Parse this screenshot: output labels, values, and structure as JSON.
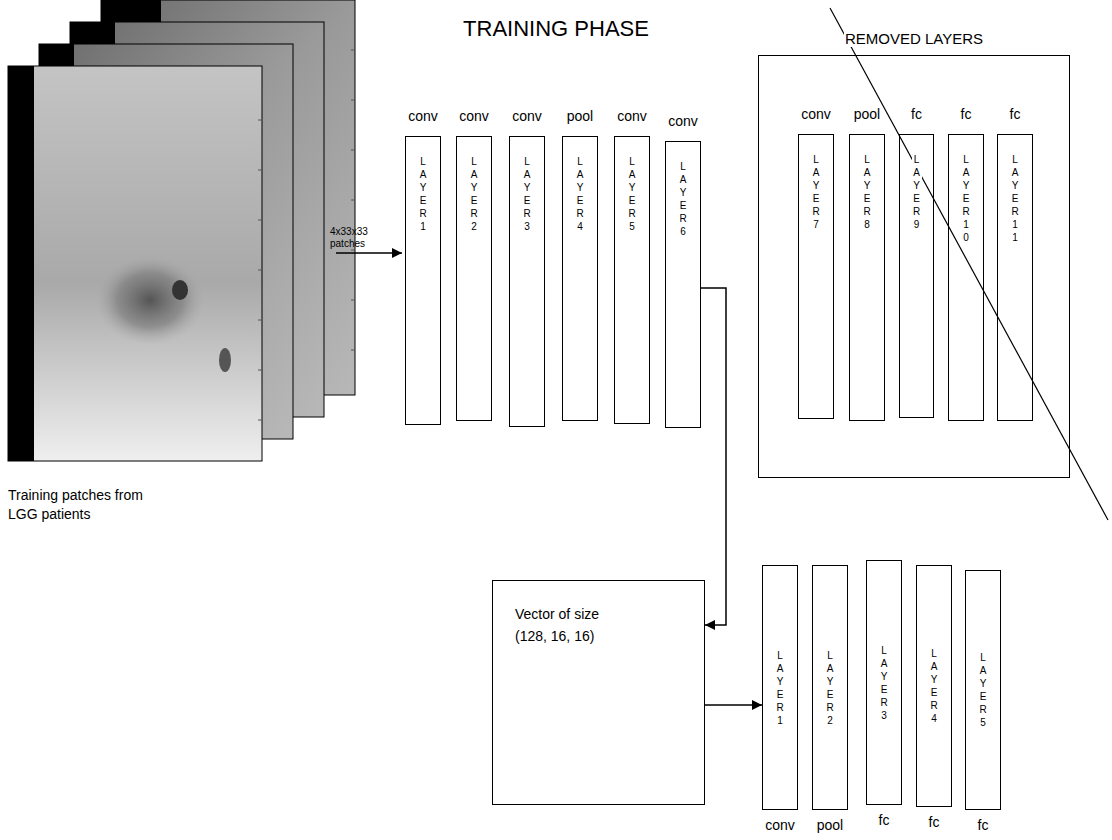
{
  "diagram": {
    "title": "TRAINING PHASE",
    "nodes": [
      {
        "text": [
          "conv",
          "LAYER 1"
        ]
      },
      {
        "text": [
          "conv",
          "LAYER 2"
        ]
      },
      {
        "text": [
          "conv",
          "LAYER 3"
        ]
      },
      {
        "text": [
          "pool",
          "LAYER 4"
        ]
      },
      {
        "text": [
          "conv",
          "LAYER 5"
        ]
      },
      {
        "text": [
          "conv",
          "LAYER 6"
        ]
      },
      {
        "text": [
          "REMOVED LAYERS"
        ]
      },
      {
        "text": [
          "conv",
          "LAYER 7"
        ],
        "in": 6
      },
      {
        "text": [
          "pool",
          "LAYER 8"
        ],
        "in": 6
      },
      {
        "text": [
          "fc",
          "LAYER 9"
        ],
        "in": 6
      },
      {
        "text": [
          "fc",
          "LAYER 10"
        ],
        "in": 6
      },
      {
        "text": [
          "fc",
          "LAYER 11"
        ],
        "in": 6
      },
      {
        "text": [
          "Vector of size (128, 16, 16)"
        ]
      },
      {
        "text": [
          "LAYER 1",
          "conv"
        ]
      },
      {
        "text": [
          "LAYER 2",
          "pool"
        ]
      },
      {
        "text": [
          "LAYER 3",
          "fc"
        ]
      },
      {
        "text": [
          "LAYER 4",
          "fc"
        ]
      },
      {
        "text": [
          "LAYER 5",
          "fc"
        ]
      }
    ],
    "edges": [
      {
        "from": 5,
        "to": 12,
        "arrow": "to"
      },
      {
        "from": 12,
        "to": 13,
        "arrow": "to"
      }
    ],
    "labels": [
      "4x33x33 patches",
      "Training patches from LGG patients"
    ]
  }
}
